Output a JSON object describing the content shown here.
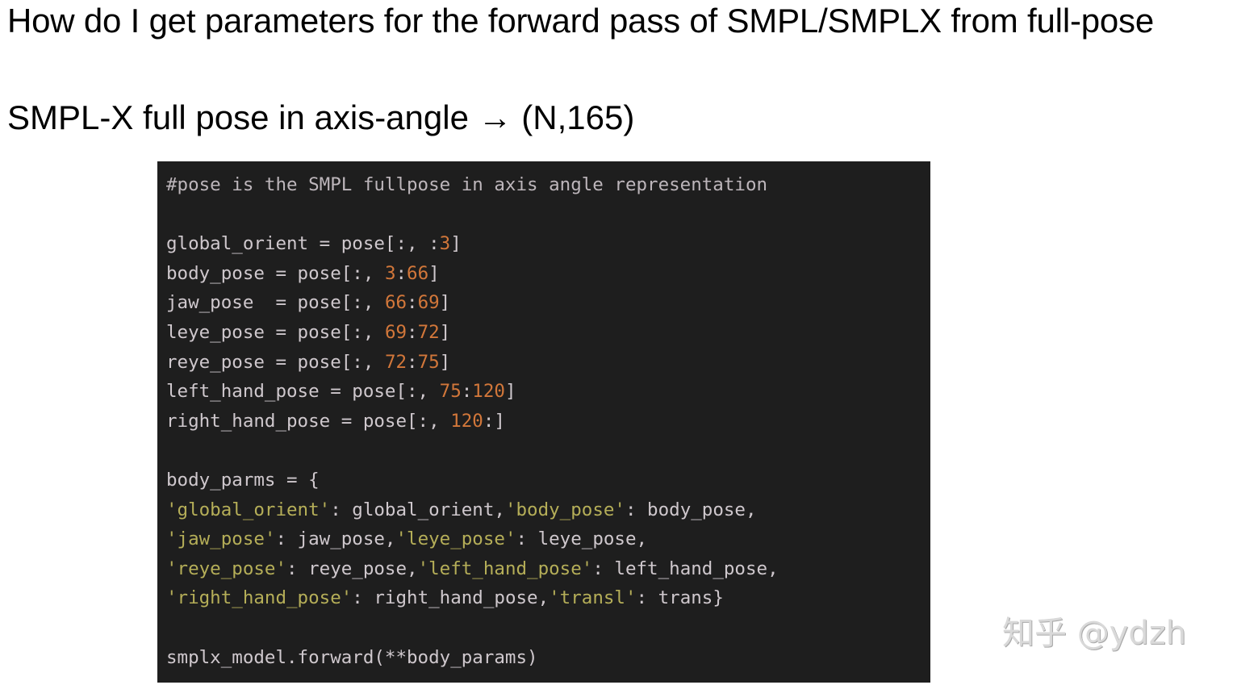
{
  "slide": {
    "title": "How do I get parameters for the forward pass of SMPL/SMPLX from full-pose",
    "subtitle": "SMPL-X full pose in axis-angle → (N,165)"
  },
  "code": {
    "comment": "#pose is the SMPL fullpose in axis angle representation",
    "lines": {
      "l1": {
        "a": "global_orient = pose[:, :",
        "n1": "3",
        "b": "]"
      },
      "l2": {
        "a": "body_pose = pose[:, ",
        "n1": "3",
        "c": ":",
        "n2": "66",
        "b": "]"
      },
      "l3": {
        "a": "jaw_pose  = pose[:, ",
        "n1": "66",
        "c": ":",
        "n2": "69",
        "b": "]"
      },
      "l4": {
        "a": "leye_pose = pose[:, ",
        "n1": "69",
        "c": ":",
        "n2": "72",
        "b": "]"
      },
      "l5": {
        "a": "reye_pose = pose[:, ",
        "n1": "72",
        "c": ":",
        "n2": "75",
        "b": "]"
      },
      "l6": {
        "a": "left_hand_pose = pose[:, ",
        "n1": "75",
        "c": ":",
        "n2": "120",
        "b": "]"
      },
      "l7": {
        "a": "right_hand_pose = pose[:, ",
        "n1": "120",
        "b": ":]"
      }
    },
    "dict_open": "body_parms = {",
    "dict": {
      "r1": {
        "k1": "'global_orient'",
        "v1": ": global_orient,",
        "k2": "'body_pose'",
        "v2": ": body_pose,"
      },
      "r2": {
        "k1": "'jaw_pose'",
        "v1": ": jaw_pose,",
        "k2": "'leye_pose'",
        "v2": ": leye_pose,"
      },
      "r3": {
        "k1": "'reye_pose'",
        "v1": ": reye_pose,",
        "k2": "'left_hand_pose'",
        "v2": ": left_hand_pose,"
      },
      "r4": {
        "k1": "'right_hand_pose'",
        "v1": ": right_hand_pose,",
        "k2": "'transl'",
        "v2": ": trans}"
      }
    },
    "call": "smplx_model.forward(**body_params)"
  },
  "watermark": "知乎 @ydzh",
  "colors": {
    "code_bg": "#1e1e1e",
    "code_text": "#cfc8cd",
    "number": "#d2773a",
    "string": "#b5ae58"
  }
}
